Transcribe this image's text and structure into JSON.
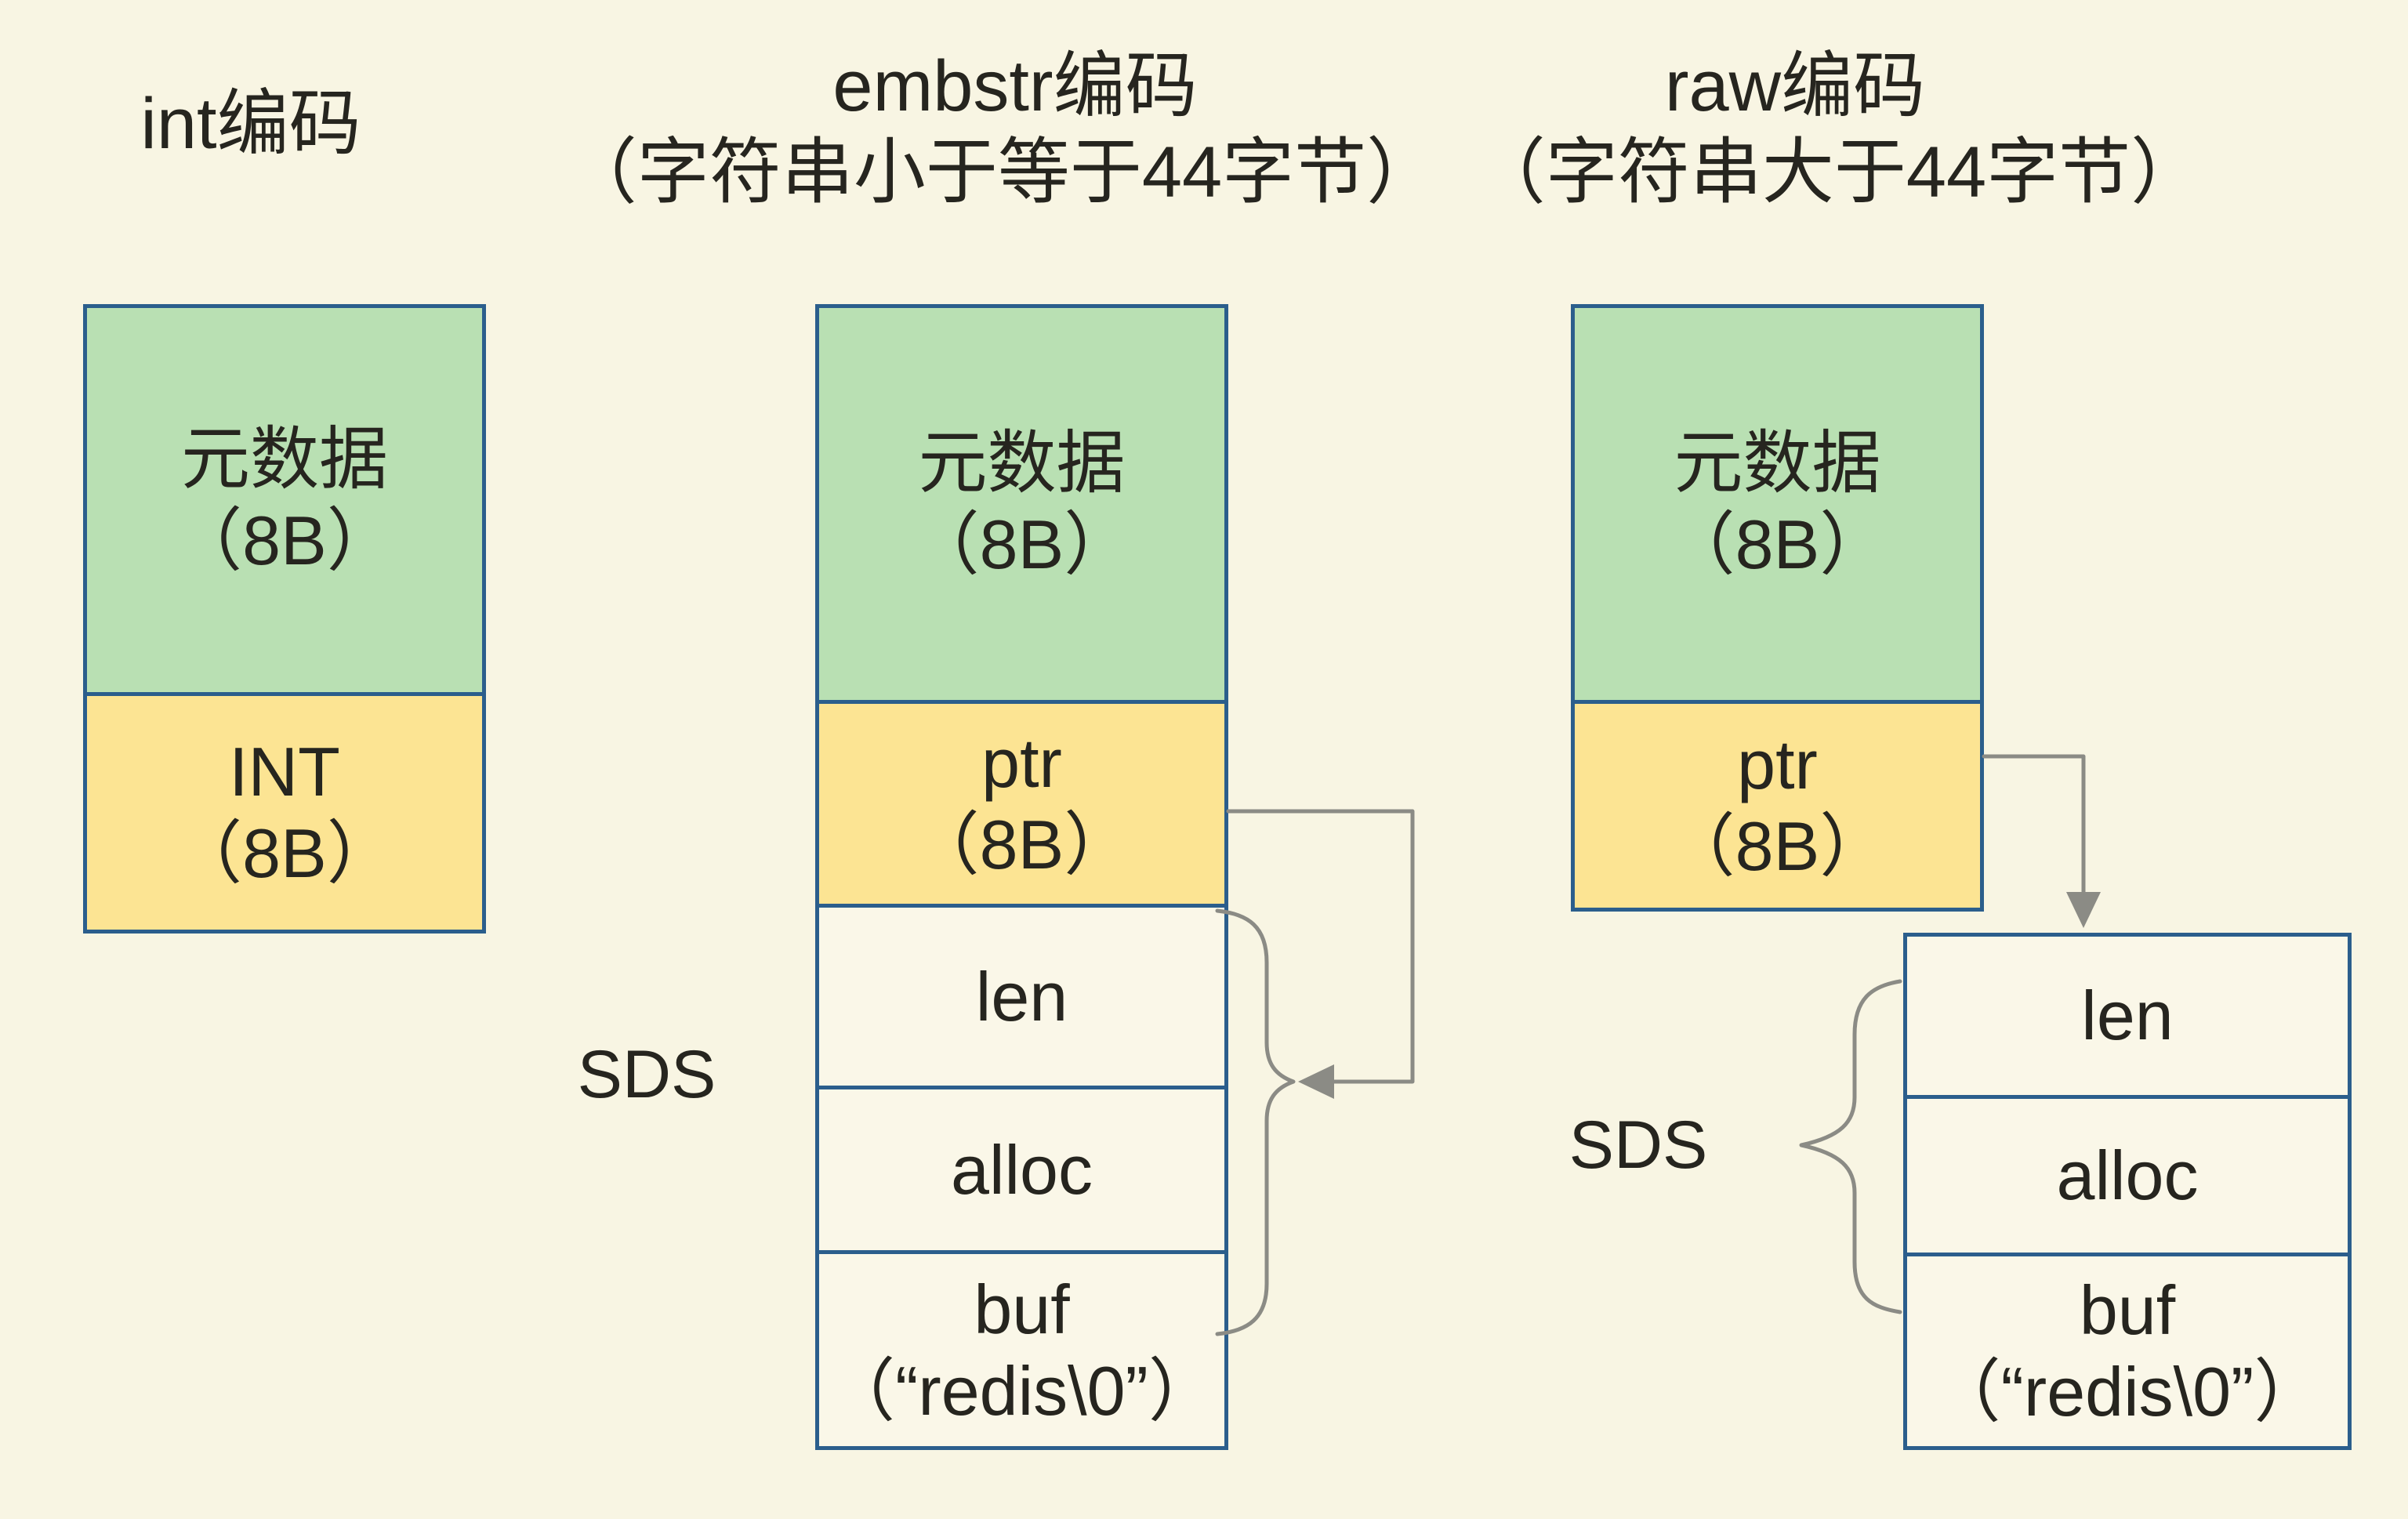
{
  "palette": {
    "page-bg": "#f8f5e3",
    "green-fill": "#b9e0b3",
    "yellow-fill": "#fce493",
    "plain-fill": "#faf7e8",
    "cell-border": "#2b5e8c",
    "arrow-gray": "#8b8b85",
    "text-color": "#26251f"
  },
  "columns": [
    {
      "title_lines": [
        "int编码"
      ],
      "cells": [
        {
          "label": "元数据",
          "size": "（8B）"
        },
        {
          "label": "INT",
          "size": "（8B）"
        }
      ]
    },
    {
      "title_lines": [
        "embstr编码",
        "（字符串小于等于44字节）"
      ],
      "sds_label": "SDS",
      "cells": [
        {
          "label": "元数据",
          "size": "（8B）"
        },
        {
          "label": "ptr",
          "size": "（8B）"
        },
        {
          "label": "len",
          "size": ""
        },
        {
          "label": "alloc",
          "size": ""
        },
        {
          "label": "buf",
          "size": "（“redis\\0”）"
        }
      ]
    },
    {
      "title_lines": [
        "raw编码",
        "（字符串大于44字节）"
      ],
      "sds_label": "SDS",
      "cells": [
        {
          "label": "元数据",
          "size": "（8B）"
        },
        {
          "label": "ptr",
          "size": "（8B）"
        },
        {
          "label": "len",
          "size": ""
        },
        {
          "label": "alloc",
          "size": ""
        },
        {
          "label": "buf",
          "size": "（“redis\\0”）"
        }
      ]
    }
  ]
}
